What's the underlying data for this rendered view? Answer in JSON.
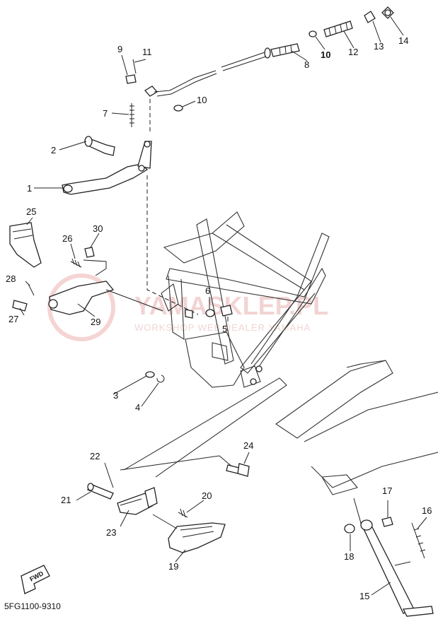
{
  "diagram": {
    "code": "5FG1100-9310",
    "fwd_label": "FWD",
    "watermark": {
      "title": "YAMASKLEP.PL",
      "subtitle": "WORKSHOP WEB DEALER YAMAHA"
    },
    "parts": [
      {
        "id": "p1",
        "label": "1"
      },
      {
        "id": "p2",
        "label": "2"
      },
      {
        "id": "p3",
        "label": "3"
      },
      {
        "id": "p4",
        "label": "4"
      },
      {
        "id": "p5",
        "label": "5"
      },
      {
        "id": "p6",
        "label": "6"
      },
      {
        "id": "p7",
        "label": "7"
      },
      {
        "id": "p8",
        "label": "8"
      },
      {
        "id": "p9",
        "label": "9"
      },
      {
        "id": "p10a",
        "label": "10"
      },
      {
        "id": "p10b",
        "label": "10"
      },
      {
        "id": "p11",
        "label": "11"
      },
      {
        "id": "p12",
        "label": "12"
      },
      {
        "id": "p13",
        "label": "13"
      },
      {
        "id": "p14",
        "label": "14"
      },
      {
        "id": "p15",
        "label": "15"
      },
      {
        "id": "p16",
        "label": "16"
      },
      {
        "id": "p17",
        "label": "17"
      },
      {
        "id": "p18",
        "label": "18"
      },
      {
        "id": "p19",
        "label": "19"
      },
      {
        "id": "p20",
        "label": "20"
      },
      {
        "id": "p21",
        "label": "21"
      },
      {
        "id": "p22",
        "label": "22"
      },
      {
        "id": "p23",
        "label": "23"
      },
      {
        "id": "p24",
        "label": "24"
      },
      {
        "id": "p25",
        "label": "25"
      },
      {
        "id": "p26",
        "label": "26"
      },
      {
        "id": "p27",
        "label": "27"
      },
      {
        "id": "p28",
        "label": "28"
      },
      {
        "id": "p29",
        "label": "29"
      },
      {
        "id": "p30",
        "label": "30"
      }
    ]
  }
}
